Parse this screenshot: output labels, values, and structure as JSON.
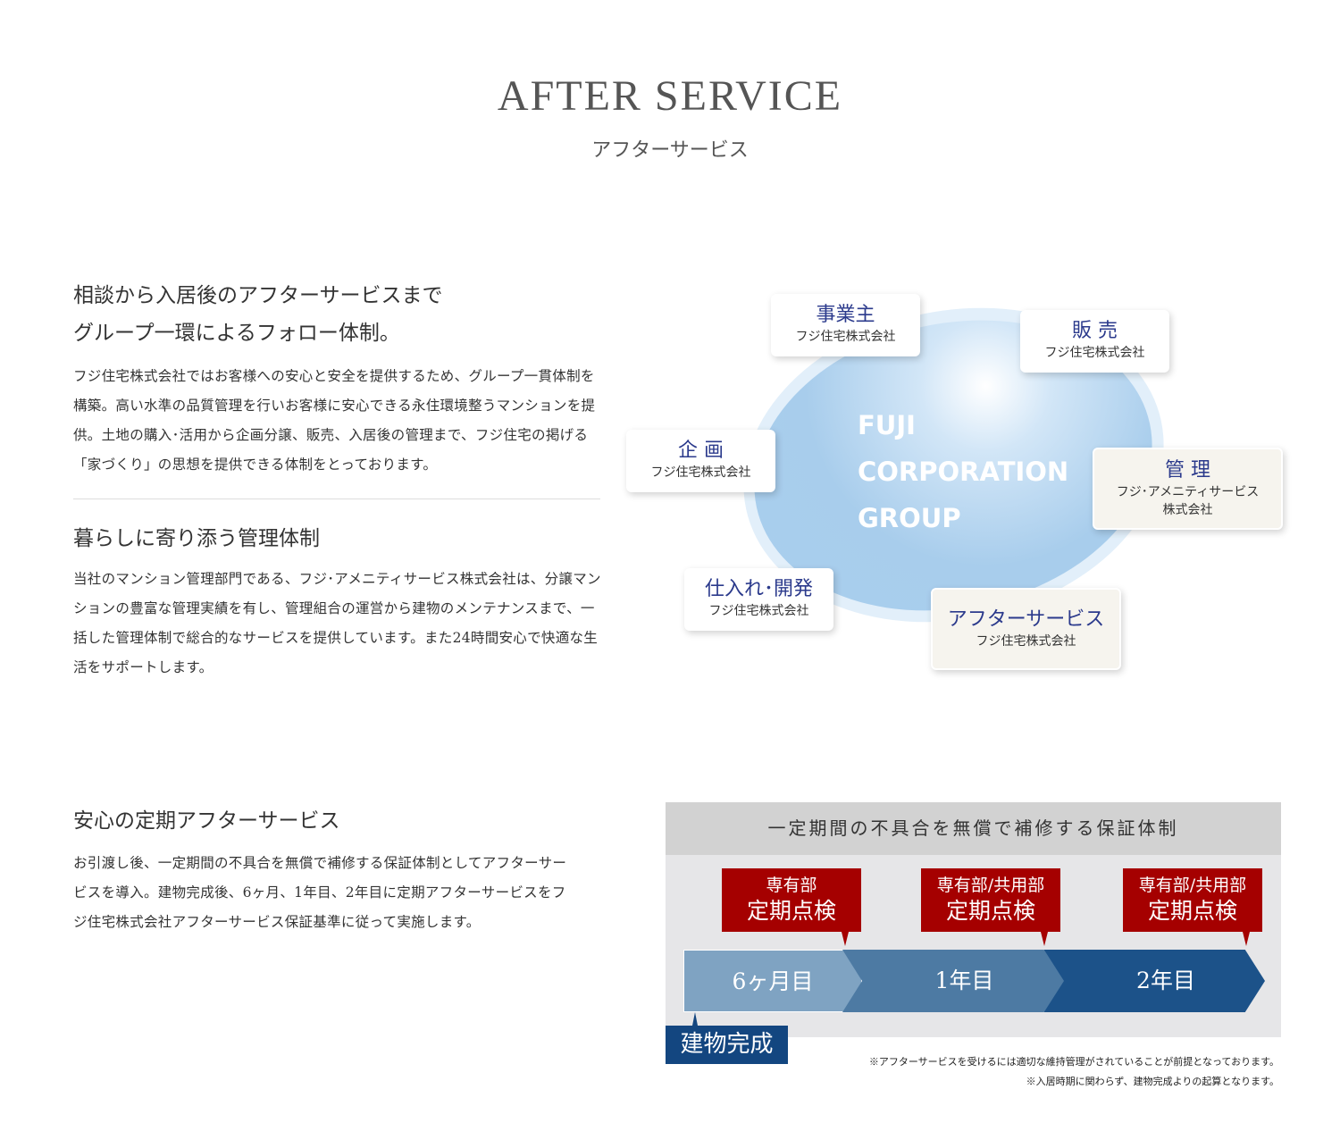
{
  "header": {
    "title": "AFTER SERVICE",
    "subtitle": "アフターサービス"
  },
  "section1": {
    "heading_line1": "相談から入居後のアフターサービスまで",
    "heading_line2": "グループ一環によるフォロー体制。",
    "body": "フジ住宅株式会社ではお客様への安心と安全を提供するため、グループ一貫体制を構築。高い水準の品質管理を行いお客様に安心できる永住環境整うマンションを提供。土地の購入･活用から企画分譲、販売、入居後の管理まで、フジ住宅の掲げる「家づくり」の思想を提供できる体制をとっております。"
  },
  "section2": {
    "heading": "暮らしに寄り添う管理体制",
    "body": "当社のマンション管理部門である、フジ･アメニティサービス株式会社は、分譲マンションの豊富な管理実績を有し、管理組合の運営から建物のメンテナンスまで、一括した管理体制で総合的なサービスを提供しています。また24時間安心で快適な生活をサポートします。"
  },
  "diagram": {
    "center": [
      "FUJI",
      "CORPORATION",
      "GROUP"
    ],
    "nodes": [
      {
        "title": "事業主",
        "company": "フジ住宅株式会社"
      },
      {
        "title": "販 売",
        "company": "フジ住宅株式会社"
      },
      {
        "title": "企 画",
        "company": "フジ住宅株式会社"
      },
      {
        "title": "管 理",
        "company": "フジ･アメニティサービス",
        "company2": "株式会社"
      },
      {
        "title": "仕入れ･開発",
        "company": "フジ住宅株式会社"
      },
      {
        "title": "アフターサービス",
        "company": "フジ住宅株式会社"
      }
    ]
  },
  "section3": {
    "heading": "安心の定期アフターサービス",
    "body": "お引渡し後、一定期間の不具合を無償で補修する保証体制としてアフターサービスを導入。建物完成後、6ヶ月、1年目、2年目に定期アフターサービスをフジ住宅株式会社アフターサービス保証基準に従って実施します。"
  },
  "timeline": {
    "title": "一定期間の不具合を無償で補修する保証体制",
    "inspections": [
      {
        "scope": "専有部",
        "label": "定期点検"
      },
      {
        "scope": "専有部/共用部",
        "label": "定期点検"
      },
      {
        "scope": "専有部/共用部",
        "label": "定期点検"
      }
    ],
    "periods": [
      "6ヶ月目",
      "1年目",
      "2年目"
    ],
    "start": "建物完成",
    "notes": [
      "※アフターサービスを受けるには適切な維持管理がされていることが前提となっております。",
      "※入居時期に関わらず、建物完成よりの起算となります。"
    ]
  }
}
